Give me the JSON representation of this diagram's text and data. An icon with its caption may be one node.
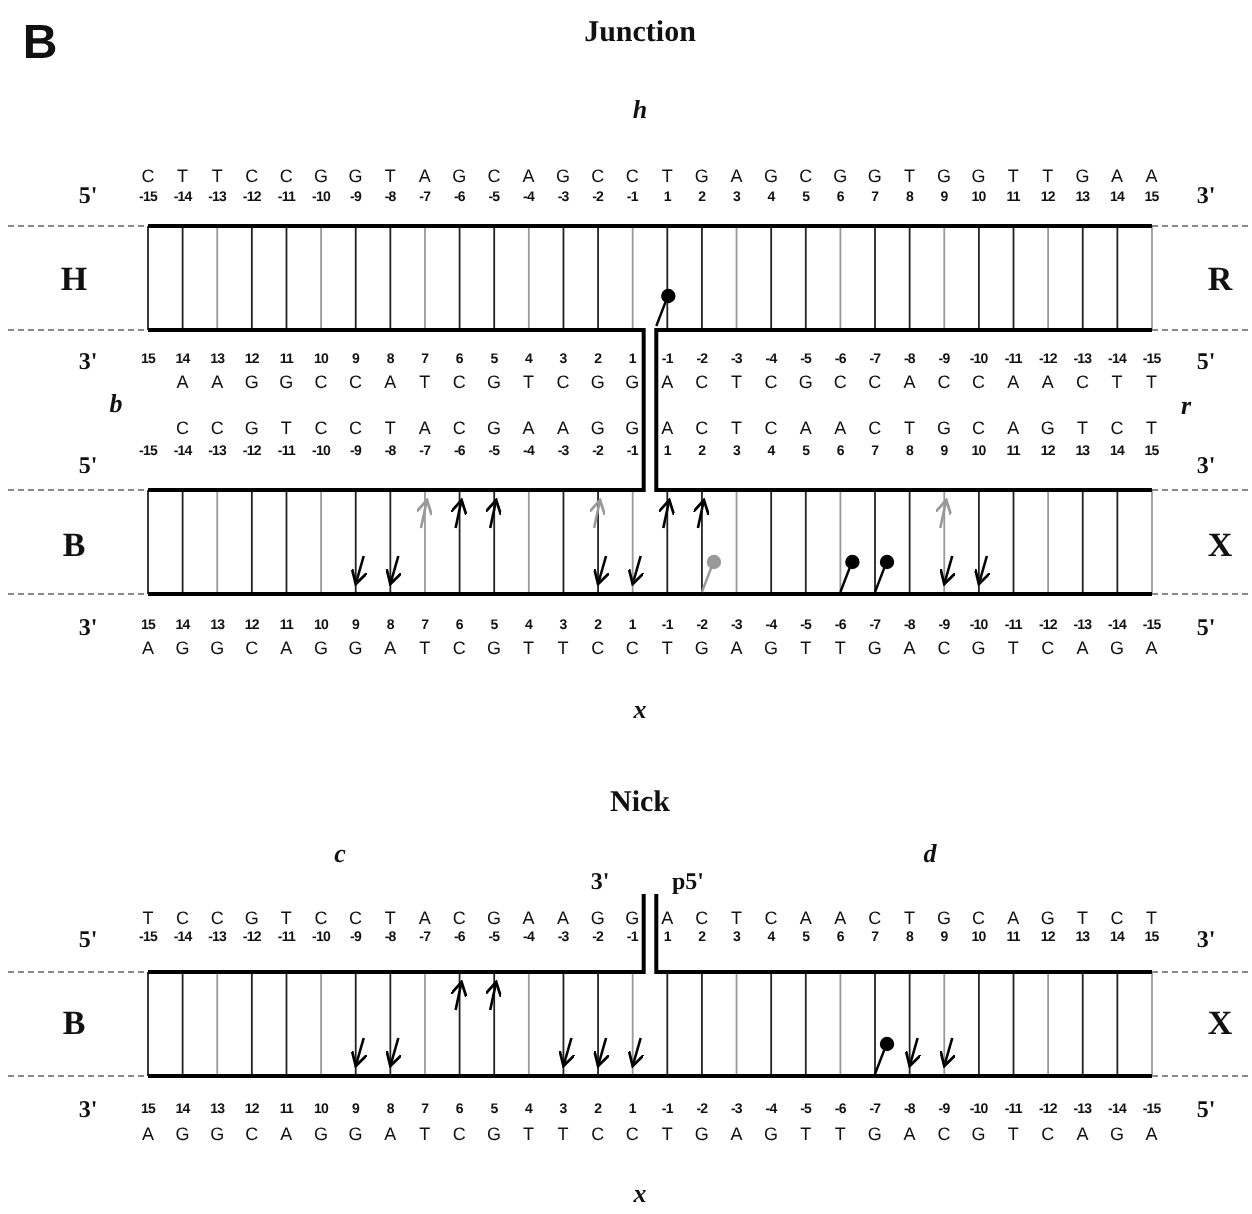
{
  "diagram": {
    "labels": [
      "B",
      "Junction",
      "h",
      "5'",
      "C T T C C G G T A G C A G C C",
      "T G A G C G G T G G T T G A A",
      "-15 -14 -13 -12 -11 -10 -9 -8 -7 -6 -5 -4 -3 -2 -1",
      "1 2 3 4 5 6 7 8 9 10 11 12 13 14 15",
      "3'",
      "H",
      "R",
      "3'",
      "15 14 13 12 11 10 9 8 7 6 5 4 3 2 1",
      "-1 -2 -3 -4 -5 -6 -7 -8 -9 -10 -11 -12 -13 -14 -15",
      "5'",
      "A A G G C C A T C G T C G G",
      "A C T C G C C A C C A A C T T",
      "b",
      "r",
      "C C G T C C T A C G A A G G",
      "A C T C A A C T G C A G T C T",
      "5'",
      "-15 -14 -13 -12 -11 -10 -9 -8 -7 -6 -5 -4 -3 -2 -1",
      "1 2 3 4 5 6 7 8 9 10 11 12 13 14 15",
      "3'",
      "B",
      "X",
      "3'",
      "15 14 13 12 11 10 9 8 7 6 5 4 3 2 1",
      "-1 -2 -3 -4 -5 -6 -7 -8 -9 -10 -11 -12 -13 -14 -15",
      "5'",
      "A G G C A G G A T C G T T C C",
      "T G A G T T G A C G T C A G A",
      "x",
      "Nick",
      "c",
      "d",
      "3'",
      "p5'",
      "5'",
      "T C C G T C C T A C G A A G G",
      "A C T C A A C T G C A G T C T",
      "-15 -14 -13 -12 -11 -10 -9 -8 -7 -6 -5 -4 -3 -2 -1",
      "1 2 3 4 5 6 7 8 9 10 11 12 13 14 15",
      "3'",
      "B",
      "X",
      "3'",
      "15 14 13 12 11 10 9 8 7 6 5 4 3 2 1",
      "-1 -2 -3 -4 -5 -6 -7 -8 -9 -10 -11 -12 -13 -14 -15",
      "5'",
      "A G G C A G G A T C G T T C C",
      "T G A G T T G A C G T C A G A",
      "x"
    ]
  }
}
